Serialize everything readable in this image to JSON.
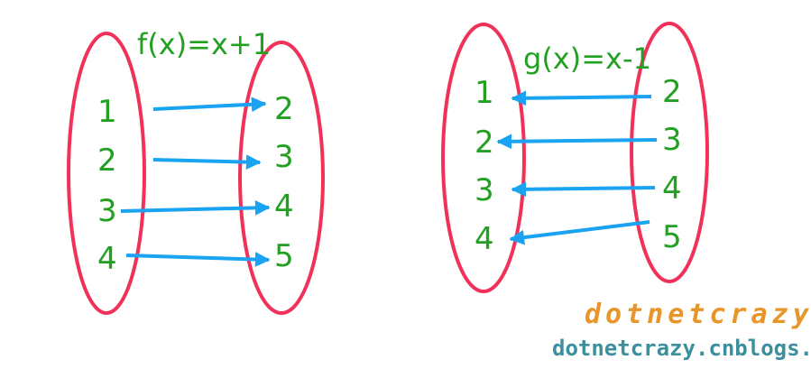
{
  "colors": {
    "ellipse": "#f0325a",
    "arrow": "#1aa3f0",
    "text": "#22a022"
  },
  "left_mapping": {
    "label": "f(x)=x+1",
    "domain": [
      "1",
      "2",
      "3",
      "4"
    ],
    "codomain": [
      "2",
      "3",
      "4",
      "5"
    ]
  },
  "right_mapping": {
    "label": "g(x)=x-1",
    "domain": [
      "2",
      "3",
      "4",
      "5"
    ],
    "codomain": [
      "1",
      "2",
      "3",
      "4"
    ]
  },
  "watermark": {
    "line1": "dotnetcrazy",
    "line2": "dotnetcrazy.cnblogs.com"
  }
}
